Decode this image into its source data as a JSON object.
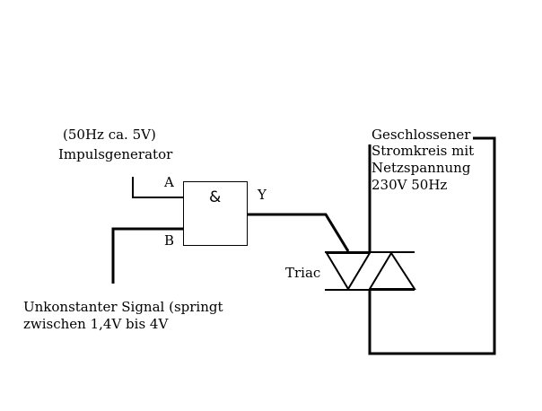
{
  "generator": {
    "line1": "(50Hz ca. 5V)",
    "line2": "Impulsgenerator"
  },
  "signal": {
    "line1": "Unkonstanter Signal (springt",
    "line2": "zwischen 1,4V bis 4V"
  },
  "gate": {
    "symbol": "&",
    "input_a": "A",
    "input_b": "B",
    "output_y": "Y"
  },
  "triac": {
    "label": "Triac"
  },
  "circuit": {
    "line1": "Geschlossener",
    "line2": "Stromkreis mit",
    "line3": "Netzspannung",
    "line4": "230V 50Hz"
  }
}
